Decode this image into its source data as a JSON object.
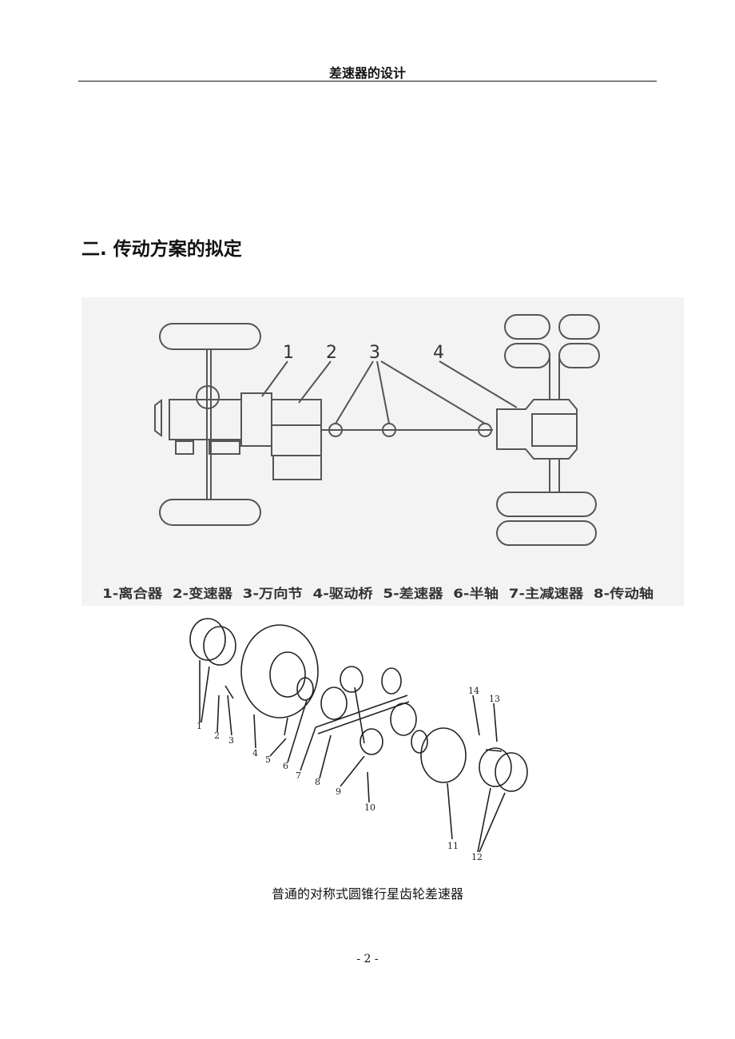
{
  "header": {
    "title": "差速器的设计"
  },
  "section": {
    "heading": "二. 传动方案的拟定"
  },
  "figure1": {
    "callouts": [
      "1",
      "2",
      "3",
      "4"
    ],
    "legend": "1-离合器  2-变速器  3-万向节  4-驱动桥  5-差速器  6-半轴  7-主减速器  8-传动轴"
  },
  "figure2": {
    "callouts": [
      "1",
      "2",
      "3",
      "4",
      "5",
      "6",
      "7",
      "8",
      "9",
      "10",
      "11",
      "12",
      "13",
      "14"
    ],
    "caption": "普通的对称式圆锥行星齿轮差速器"
  },
  "footer": {
    "page_number": "- 2 -"
  }
}
